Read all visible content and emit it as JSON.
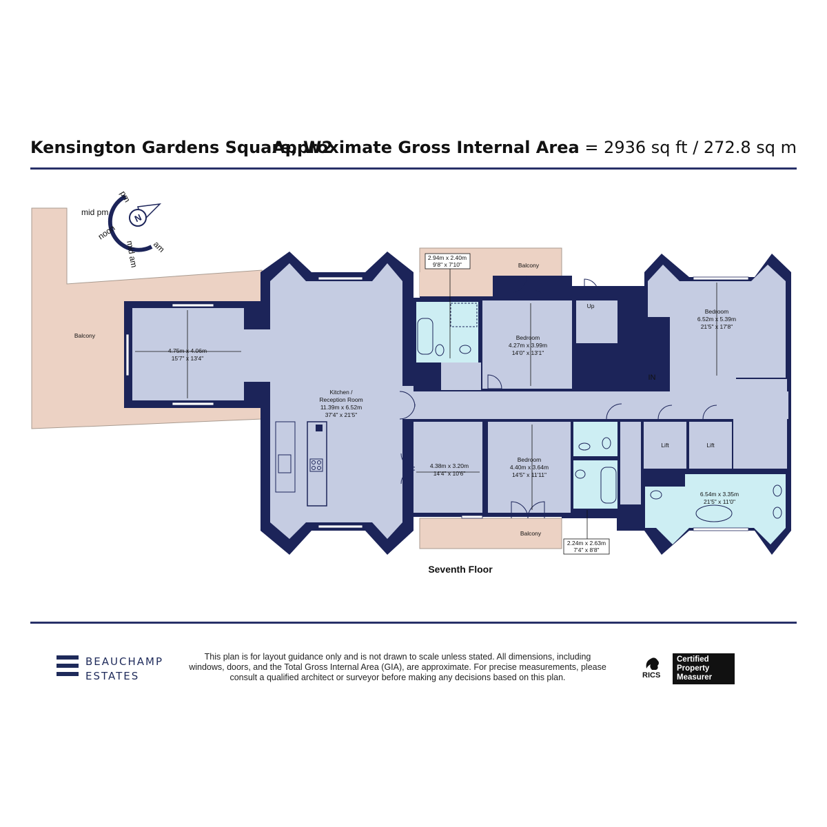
{
  "header": {
    "address": "Kensington Gardens Square, W2",
    "area_label": "Approximate Gross Internal Area",
    "area_value": "= 2936 sq ft / 272.8 sq m"
  },
  "compass": {
    "north": "N",
    "pm": "pm",
    "mid_pm": "mid pm",
    "noon": "noon",
    "mid_am": "mid am",
    "am": "am"
  },
  "rooms": {
    "balcony_west": "Balcony",
    "room_a_dims": [
      "4.75m x 4.06m",
      "15'7\" x 13'4\""
    ],
    "kitchen": [
      "Kitchen /",
      "Reception Room",
      "11.39m x 6.52m",
      "37'4\" x 21'5\""
    ],
    "bath_top_dims": [
      "2.94m x 2.40m",
      "9'8\" x 7'10\""
    ],
    "balcony_north": "Balcony",
    "bedroom_1": [
      "Bedroom",
      "4.27m x 3.99m",
      "14'0\" x 13'1\""
    ],
    "up": "Up",
    "bedroom_master": [
      "Bedroom",
      "6.52m x 5.39m",
      "21'5\" x 17'8\""
    ],
    "in": "IN",
    "room_b_dims": [
      "4.38m x 3.20m",
      "14'4\" x 10'6\""
    ],
    "bedroom_2": [
      "Bedroom",
      "4.40m x 3.64m",
      "14'5\" x 11'11\""
    ],
    "lift_1": "Lift",
    "lift_2": "Lift",
    "bath_master_dims": [
      "6.54m x 3.35m",
      "21'5\" x 11'0\""
    ],
    "balcony_south": "Balcony",
    "bath_small_dims": [
      "2.24m x 2.63m",
      "7'4\" x 8'8\""
    ]
  },
  "floor_title": "Seventh Floor",
  "footer": {
    "brand_line1": "BEAUCHAMP",
    "brand_line2": "ESTATES",
    "disclaimer": "This plan is for layout guidance only and is not drawn to scale unless stated. All dimensions, including windows, doors, and the Total Gross Internal Area (GIA), are approximate. For precise measurements, please consult a qualified architect or surveyor before making any decisions based on this plan.",
    "rics": "RICS",
    "certified": [
      "Certified",
      "Property",
      "Measurer"
    ]
  },
  "colors": {
    "wall": "#1c2459",
    "floor": "#c5cce2",
    "balcony": "#ecd2c4",
    "wet_room": "#cdeef3",
    "rule": "#283068"
  }
}
